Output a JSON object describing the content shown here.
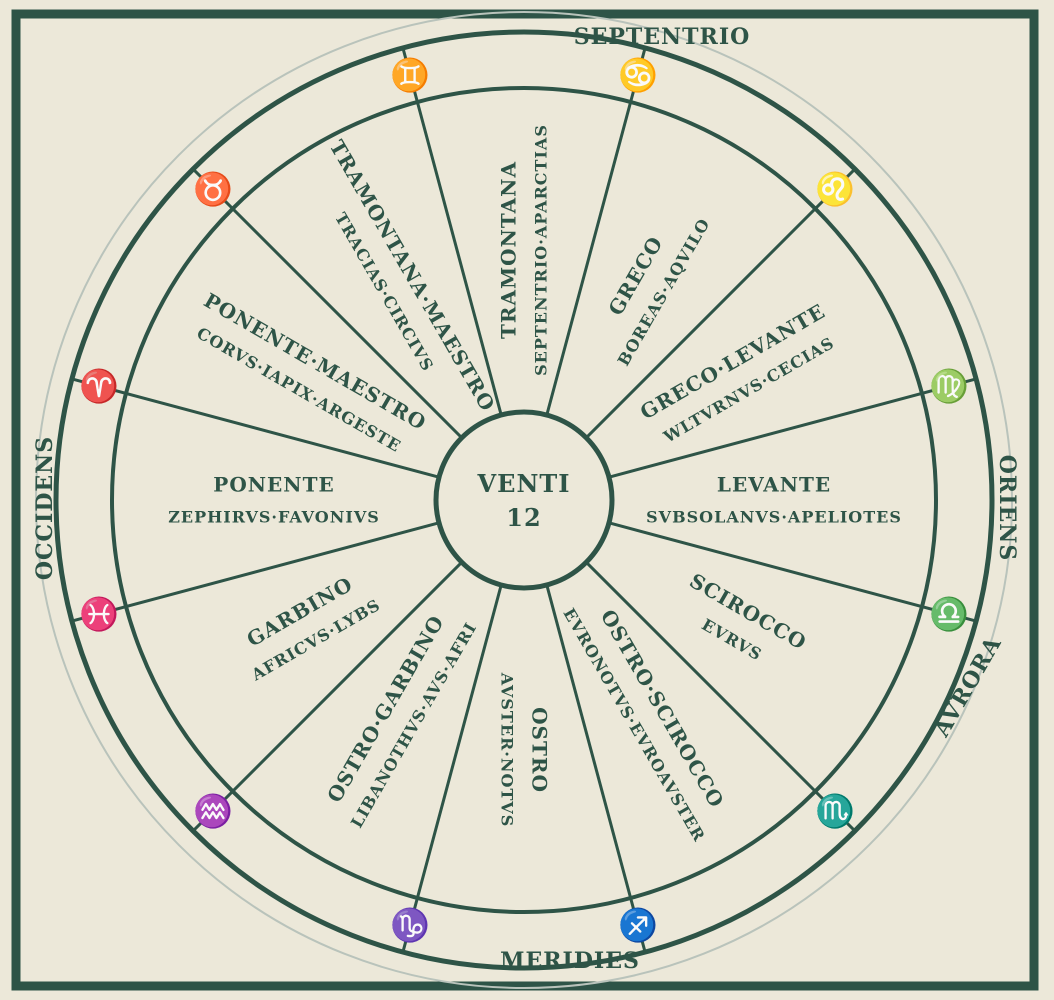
{
  "cardinals": {
    "top": "SEPTENTRIO",
    "bottom": "MERIDIES",
    "left": "OCCIDENS",
    "right": "ORIENS",
    "aurora": "AVRORA"
  },
  "center": {
    "line1": "VENTI",
    "line2": "12"
  },
  "colors": {
    "ink": "#2e5447",
    "paper": "#ece8d9",
    "faint": "#b9c3bb"
  },
  "winds": [
    {
      "latin": "SEPTENTRIO·APARCTIAS",
      "italian": "TRAMONTANA"
    },
    {
      "latin": "BOREAS·AQVILO",
      "italian": "GRECO"
    },
    {
      "latin": "WLTVRNVS·CECIAS",
      "italian": "GRECO·LEVANTE"
    },
    {
      "latin": "SVBSOLANVS·APELIOTES",
      "italian": "LEVANTE"
    },
    {
      "latin": "EVRVS",
      "italian": "SCIROCCO"
    },
    {
      "latin": "EVRONOTVS·EVROAVSTER",
      "italian": "OSTRO·SCIROCCO"
    },
    {
      "latin": "AVSTER·NOTVS",
      "italian": "OSTRO"
    },
    {
      "latin": "LIBANOTHVS·AVS·AFRI",
      "italian": "OSTRO·GARBINO"
    },
    {
      "latin": "AFRICVS·LYBS",
      "italian": "GARBINO"
    },
    {
      "latin": "ZEPHIRVS·FAVONIVS",
      "italian": "PONENTE"
    },
    {
      "latin": "CORVS·IAPIX·ARGESTE",
      "italian": "PONENTE·MAESTRO"
    },
    {
      "latin": "TRACIAS·CIRCIVS",
      "italian": "TRAMONTANA·MAESTRO"
    }
  ],
  "zodiac": [
    {
      "name": "cancer",
      "glyph": "♋"
    },
    {
      "name": "leo",
      "glyph": "♌"
    },
    {
      "name": "virgo",
      "glyph": "♍"
    },
    {
      "name": "libra",
      "glyph": "♎"
    },
    {
      "name": "scorpio",
      "glyph": "♏"
    },
    {
      "name": "sagittarius",
      "glyph": "♐"
    },
    {
      "name": "capricorn",
      "glyph": "♑"
    },
    {
      "name": "aquarius",
      "glyph": "♒"
    },
    {
      "name": "pisces",
      "glyph": "♓"
    },
    {
      "name": "aries",
      "glyph": "♈"
    },
    {
      "name": "taurus",
      "glyph": "♉"
    },
    {
      "name": "gemini",
      "glyph": "♊"
    }
  ]
}
